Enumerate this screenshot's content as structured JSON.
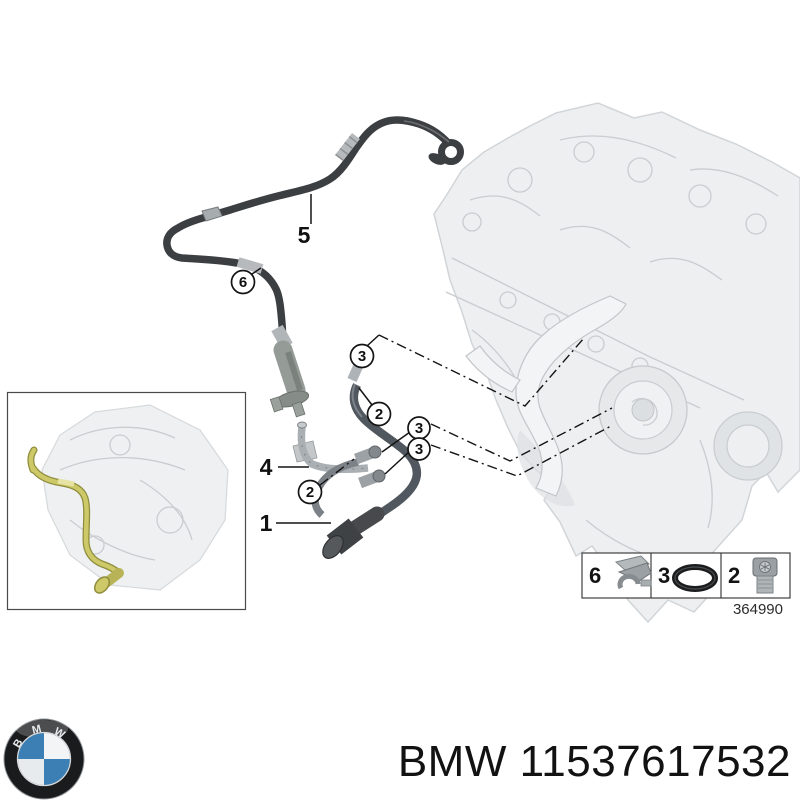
{
  "brand": {
    "title": "BMW 11537617532",
    "logo_letters": [
      "B",
      "M",
      "W"
    ],
    "logo_blue": "#3b7fb4"
  },
  "diagram": {
    "plain_labels": [
      "5",
      "4",
      "1"
    ],
    "circled_labels": [
      "6",
      "3",
      "2",
      "3",
      "3",
      "2"
    ],
    "colors": {
      "hose_dark": "#3c3f42",
      "steel_pipe": "#51575e",
      "silver_pipe": "#a9afb3",
      "engine_gray": "#edeff0",
      "highlight_hose_yellow": "#cdc968"
    },
    "legend": {
      "cells": [
        {
          "number": "6",
          "icon": "hose-clip-icon"
        },
        {
          "number": "3",
          "icon": "o-ring-icon"
        },
        {
          "number": "2",
          "icon": "screw-plug-icon"
        }
      ],
      "code": "364990"
    }
  }
}
